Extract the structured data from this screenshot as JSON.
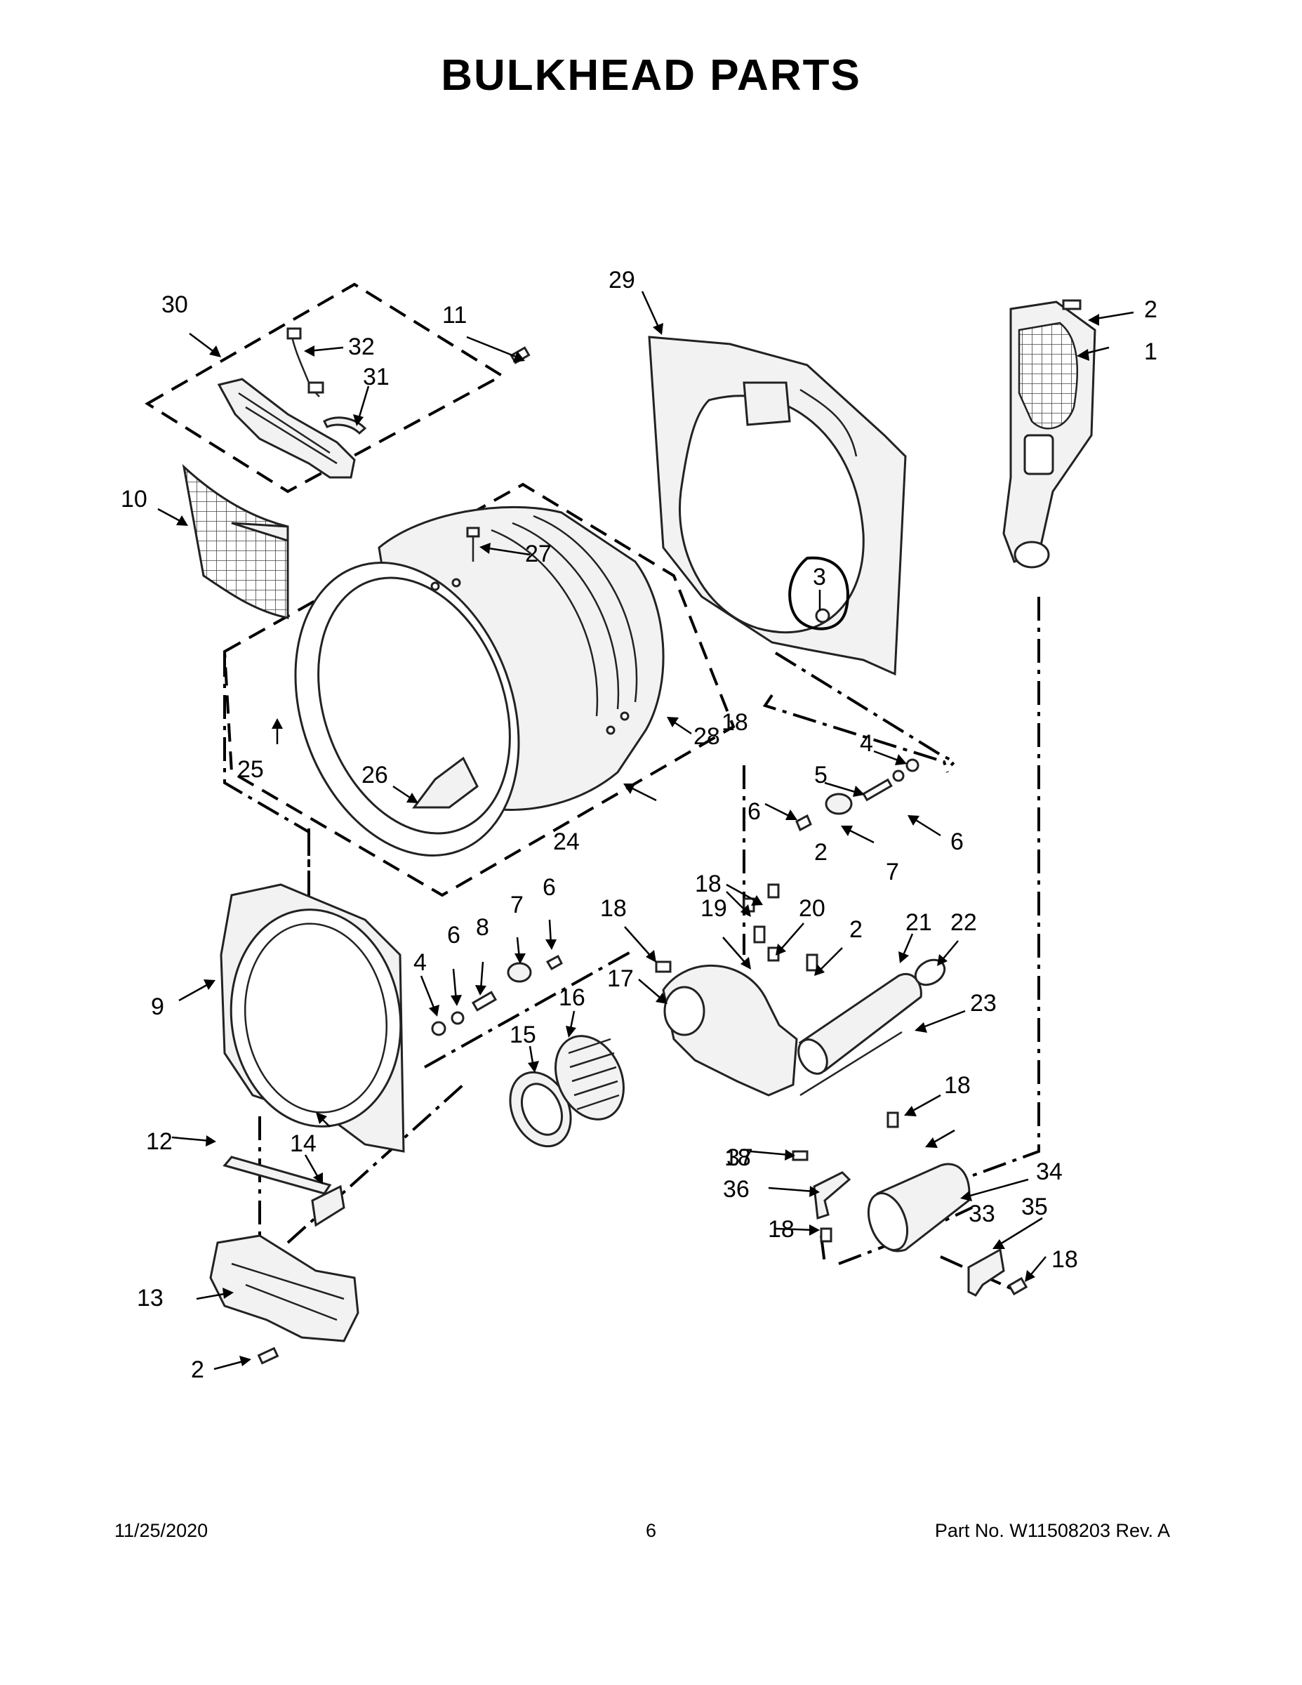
{
  "title": "BULKHEAD PARTS",
  "callouts": [
    "1",
    "2",
    "2",
    "2",
    "2",
    "3",
    "4",
    "4",
    "5",
    "6",
    "6",
    "6",
    "6",
    "7",
    "7",
    "8",
    "9",
    "10",
    "11",
    "12",
    "13",
    "14",
    "15",
    "16",
    "17",
    "18",
    "18",
    "18",
    "18",
    "18",
    "18",
    "18",
    "19",
    "20",
    "21",
    "22",
    "23",
    "24",
    "25",
    "26",
    "27",
    "28",
    "29",
    "30",
    "31",
    "32",
    "33",
    "34",
    "35",
    "36",
    "37"
  ],
  "footer": {
    "date": "11/25/2020",
    "page": "6",
    "part_no": "Part No.  W11508203  Rev.  A"
  }
}
